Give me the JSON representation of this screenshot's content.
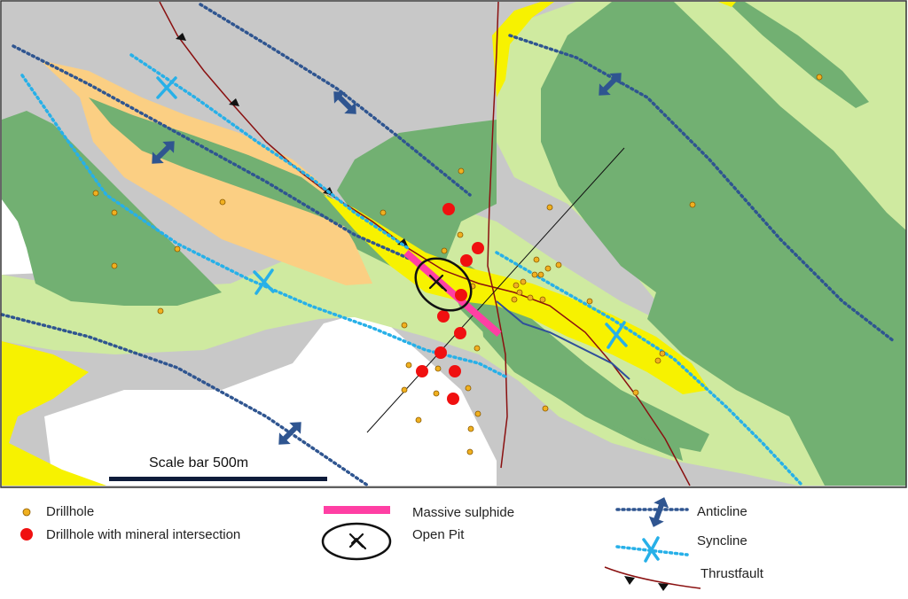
{
  "map": {
    "scale_label": "Scale bar 500m",
    "colors": {
      "grey": "#c8c8c8",
      "light_green": "#cfeaa0",
      "dark_green": "#72b072",
      "yellow": "#f7f200",
      "orange": "#fbcf83",
      "white": "#ffffff",
      "drillhole": "#f0b020",
      "intersection": "#f01010",
      "massive_sulphide": "#ff3fa4",
      "anticline": "#2f5590",
      "syncline": "#27b0e8",
      "thrustfault": "#8a1010"
    }
  },
  "legend": {
    "drillhole": "Drillhole",
    "drillhole_intersection": "Drillhole with mineral intersection",
    "massive_sulphide": "Massive sulphide",
    "open_pit": "Open Pit",
    "anticline": "Anticline",
    "syncline": "Syncline",
    "thrustfault": "Thrustfault"
  }
}
